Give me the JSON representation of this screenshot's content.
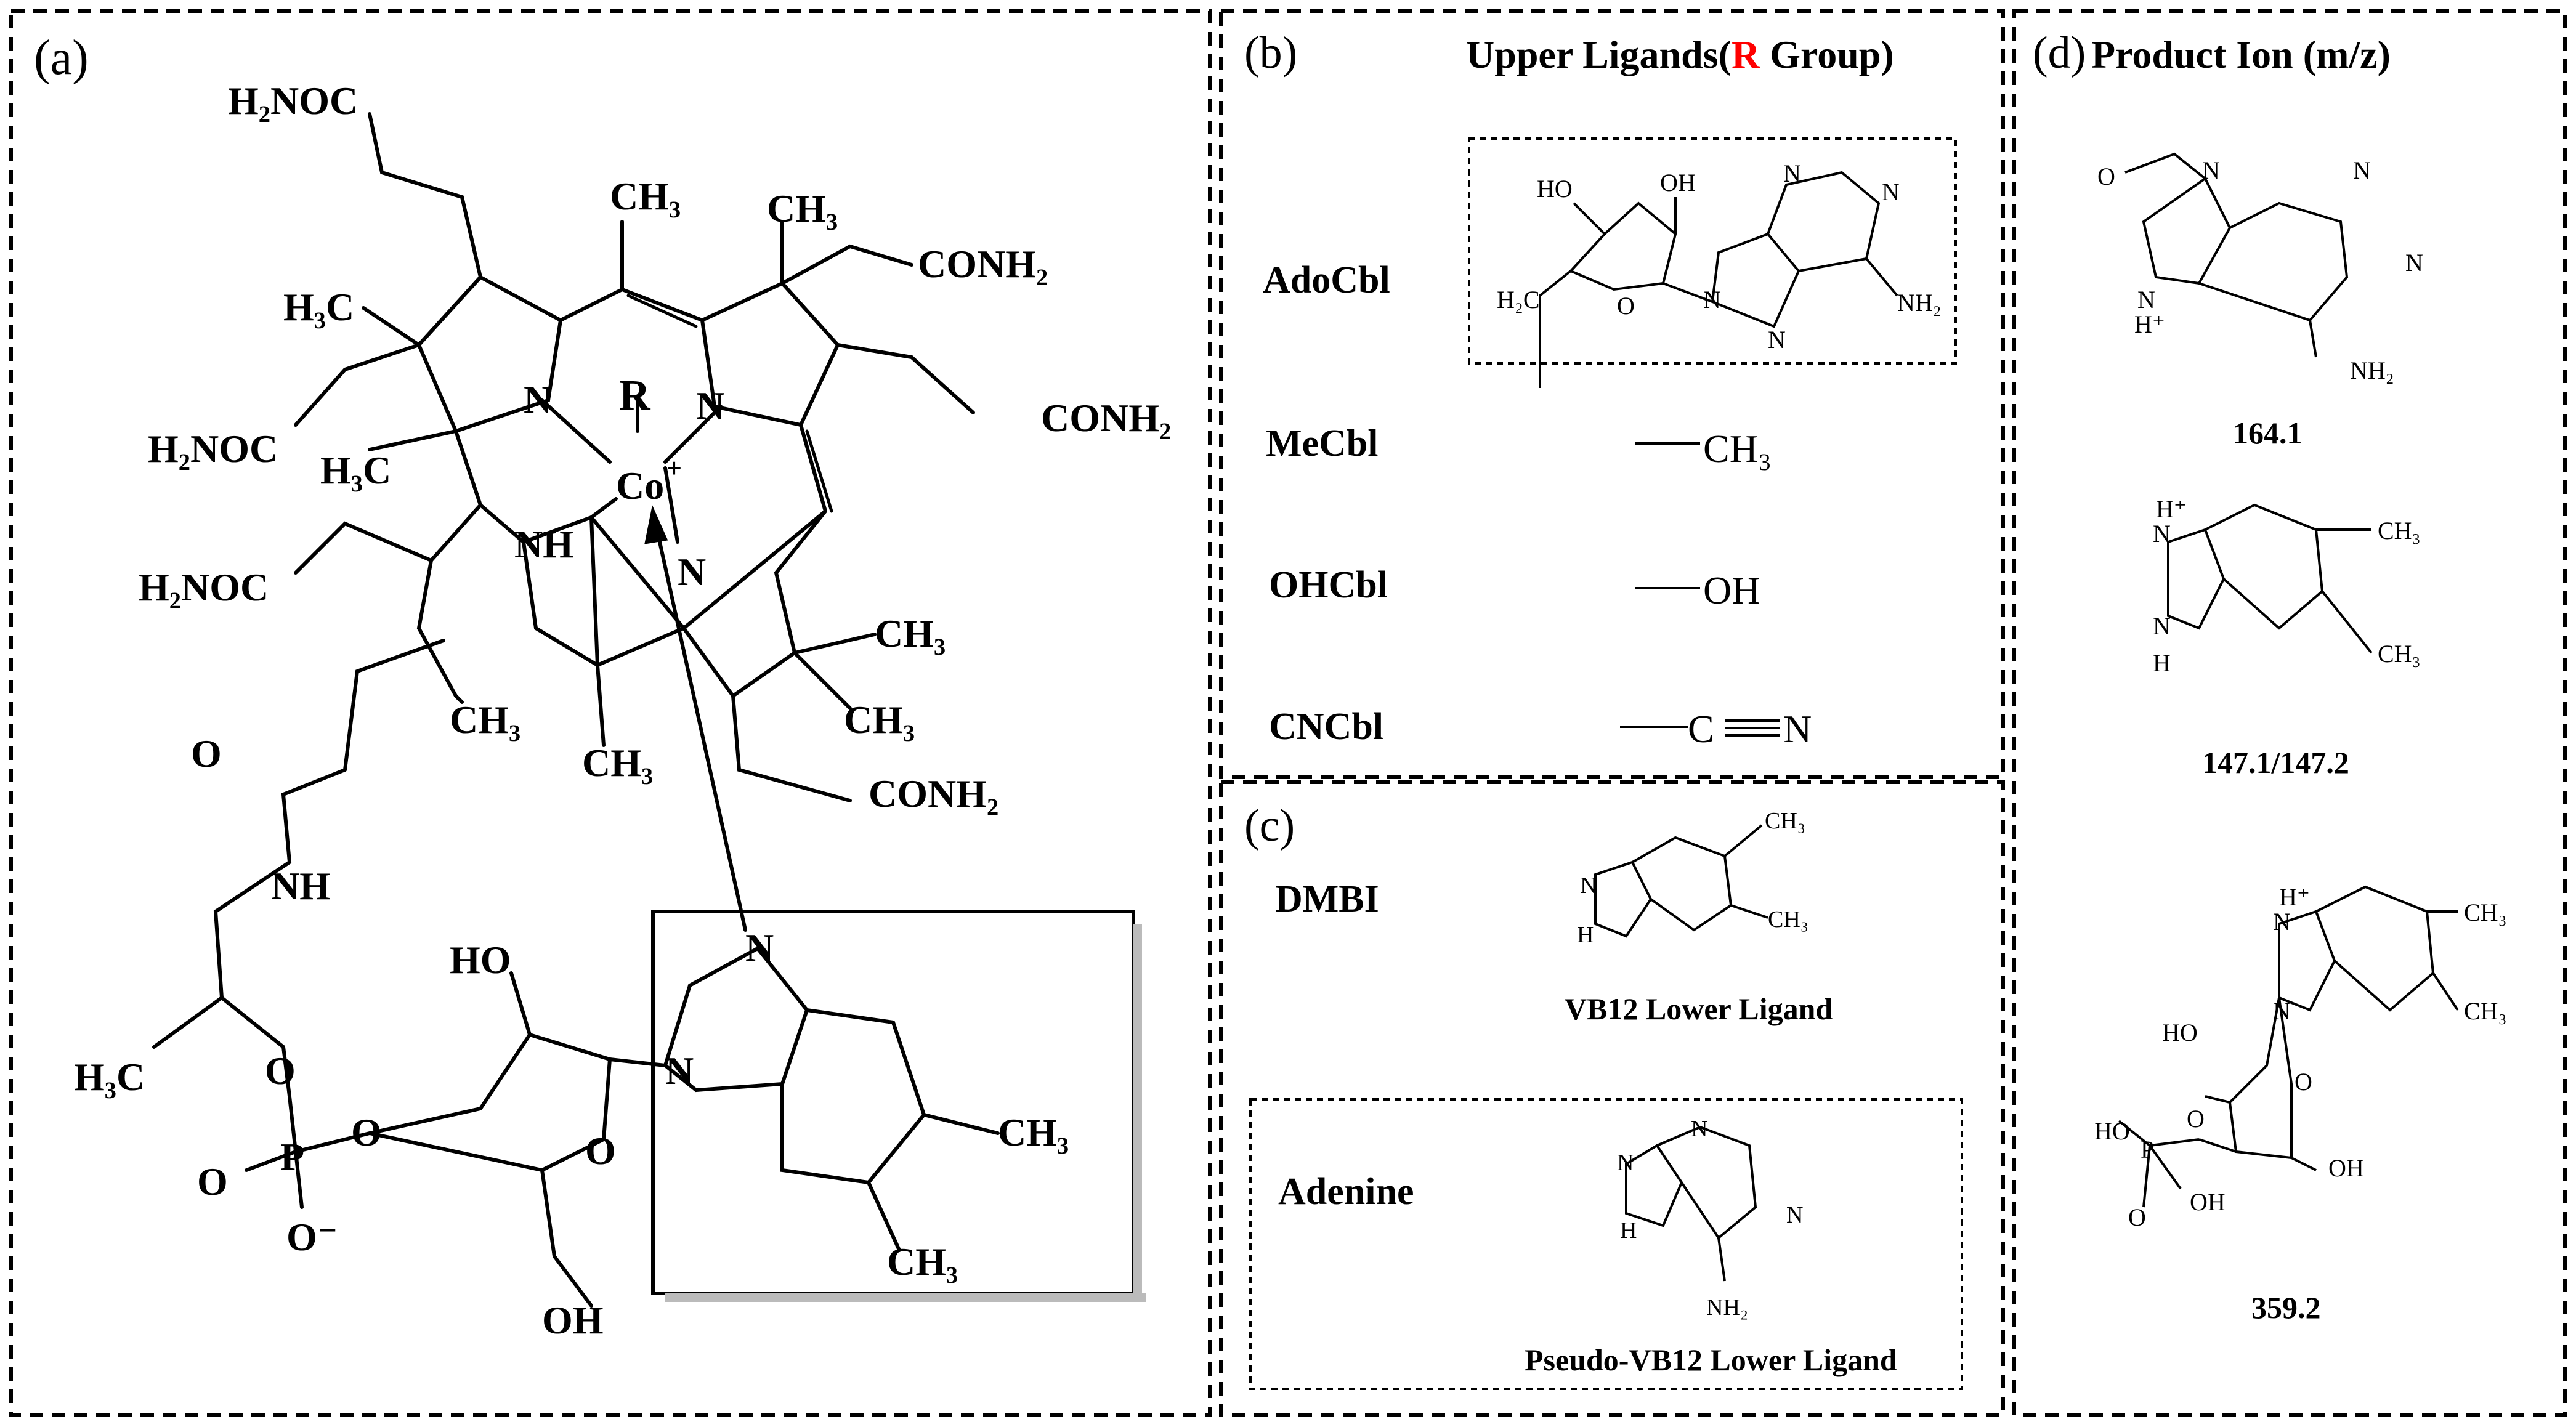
{
  "panels": {
    "a": {
      "label": "(a)",
      "center_label": "R",
      "metal_label": "Co",
      "metal_charge": "+",
      "groups": {
        "h2noc": "H₂NOC",
        "conh2": "CONH₂",
        "ch3": "CH₃",
        "h3c": "H₃C",
        "nh": "NH",
        "n": "N",
        "ho": "HO",
        "oh": "OH",
        "o": "O",
        "o_minus": "O⁻",
        "p": "P"
      }
    },
    "b": {
      "label": "(b)",
      "title_prefix": "Upper Ligands(",
      "title_highlight": "R",
      "title_suffix": " Group)",
      "rows": [
        {
          "name": "AdoCbl",
          "group": "5′-deoxyadenosyl"
        },
        {
          "name": "MeCbl",
          "group": "—CH₃"
        },
        {
          "name": "OHCbl",
          "group": "—OH"
        },
        {
          "name": "CNCbl",
          "group": "—C≡N"
        }
      ],
      "ado_atoms": {
        "ho": "HO",
        "oh": "OH",
        "h2c": "H₂C",
        "o": "O",
        "n": "N",
        "nh2": "NH₂"
      }
    },
    "c": {
      "label": "(c)",
      "dmbi_name": "DMBI",
      "dmbi_caption": "VB12 Lower Ligand",
      "adenine_name": "Adenine",
      "adenine_caption": "Pseudo-VB12 Lower Ligand"
    },
    "d": {
      "label": "(d)",
      "title": "Product Ion (m/z)",
      "ions": [
        "164.1",
        "147.1/147.2",
        "359.2"
      ]
    }
  },
  "colors": {
    "highlight": "#ff0000",
    "line": "#000000"
  },
  "icons": [
    "cobalamin-structure",
    "dmbi-ring",
    "adenine-ring",
    "adenosyl-group"
  ]
}
